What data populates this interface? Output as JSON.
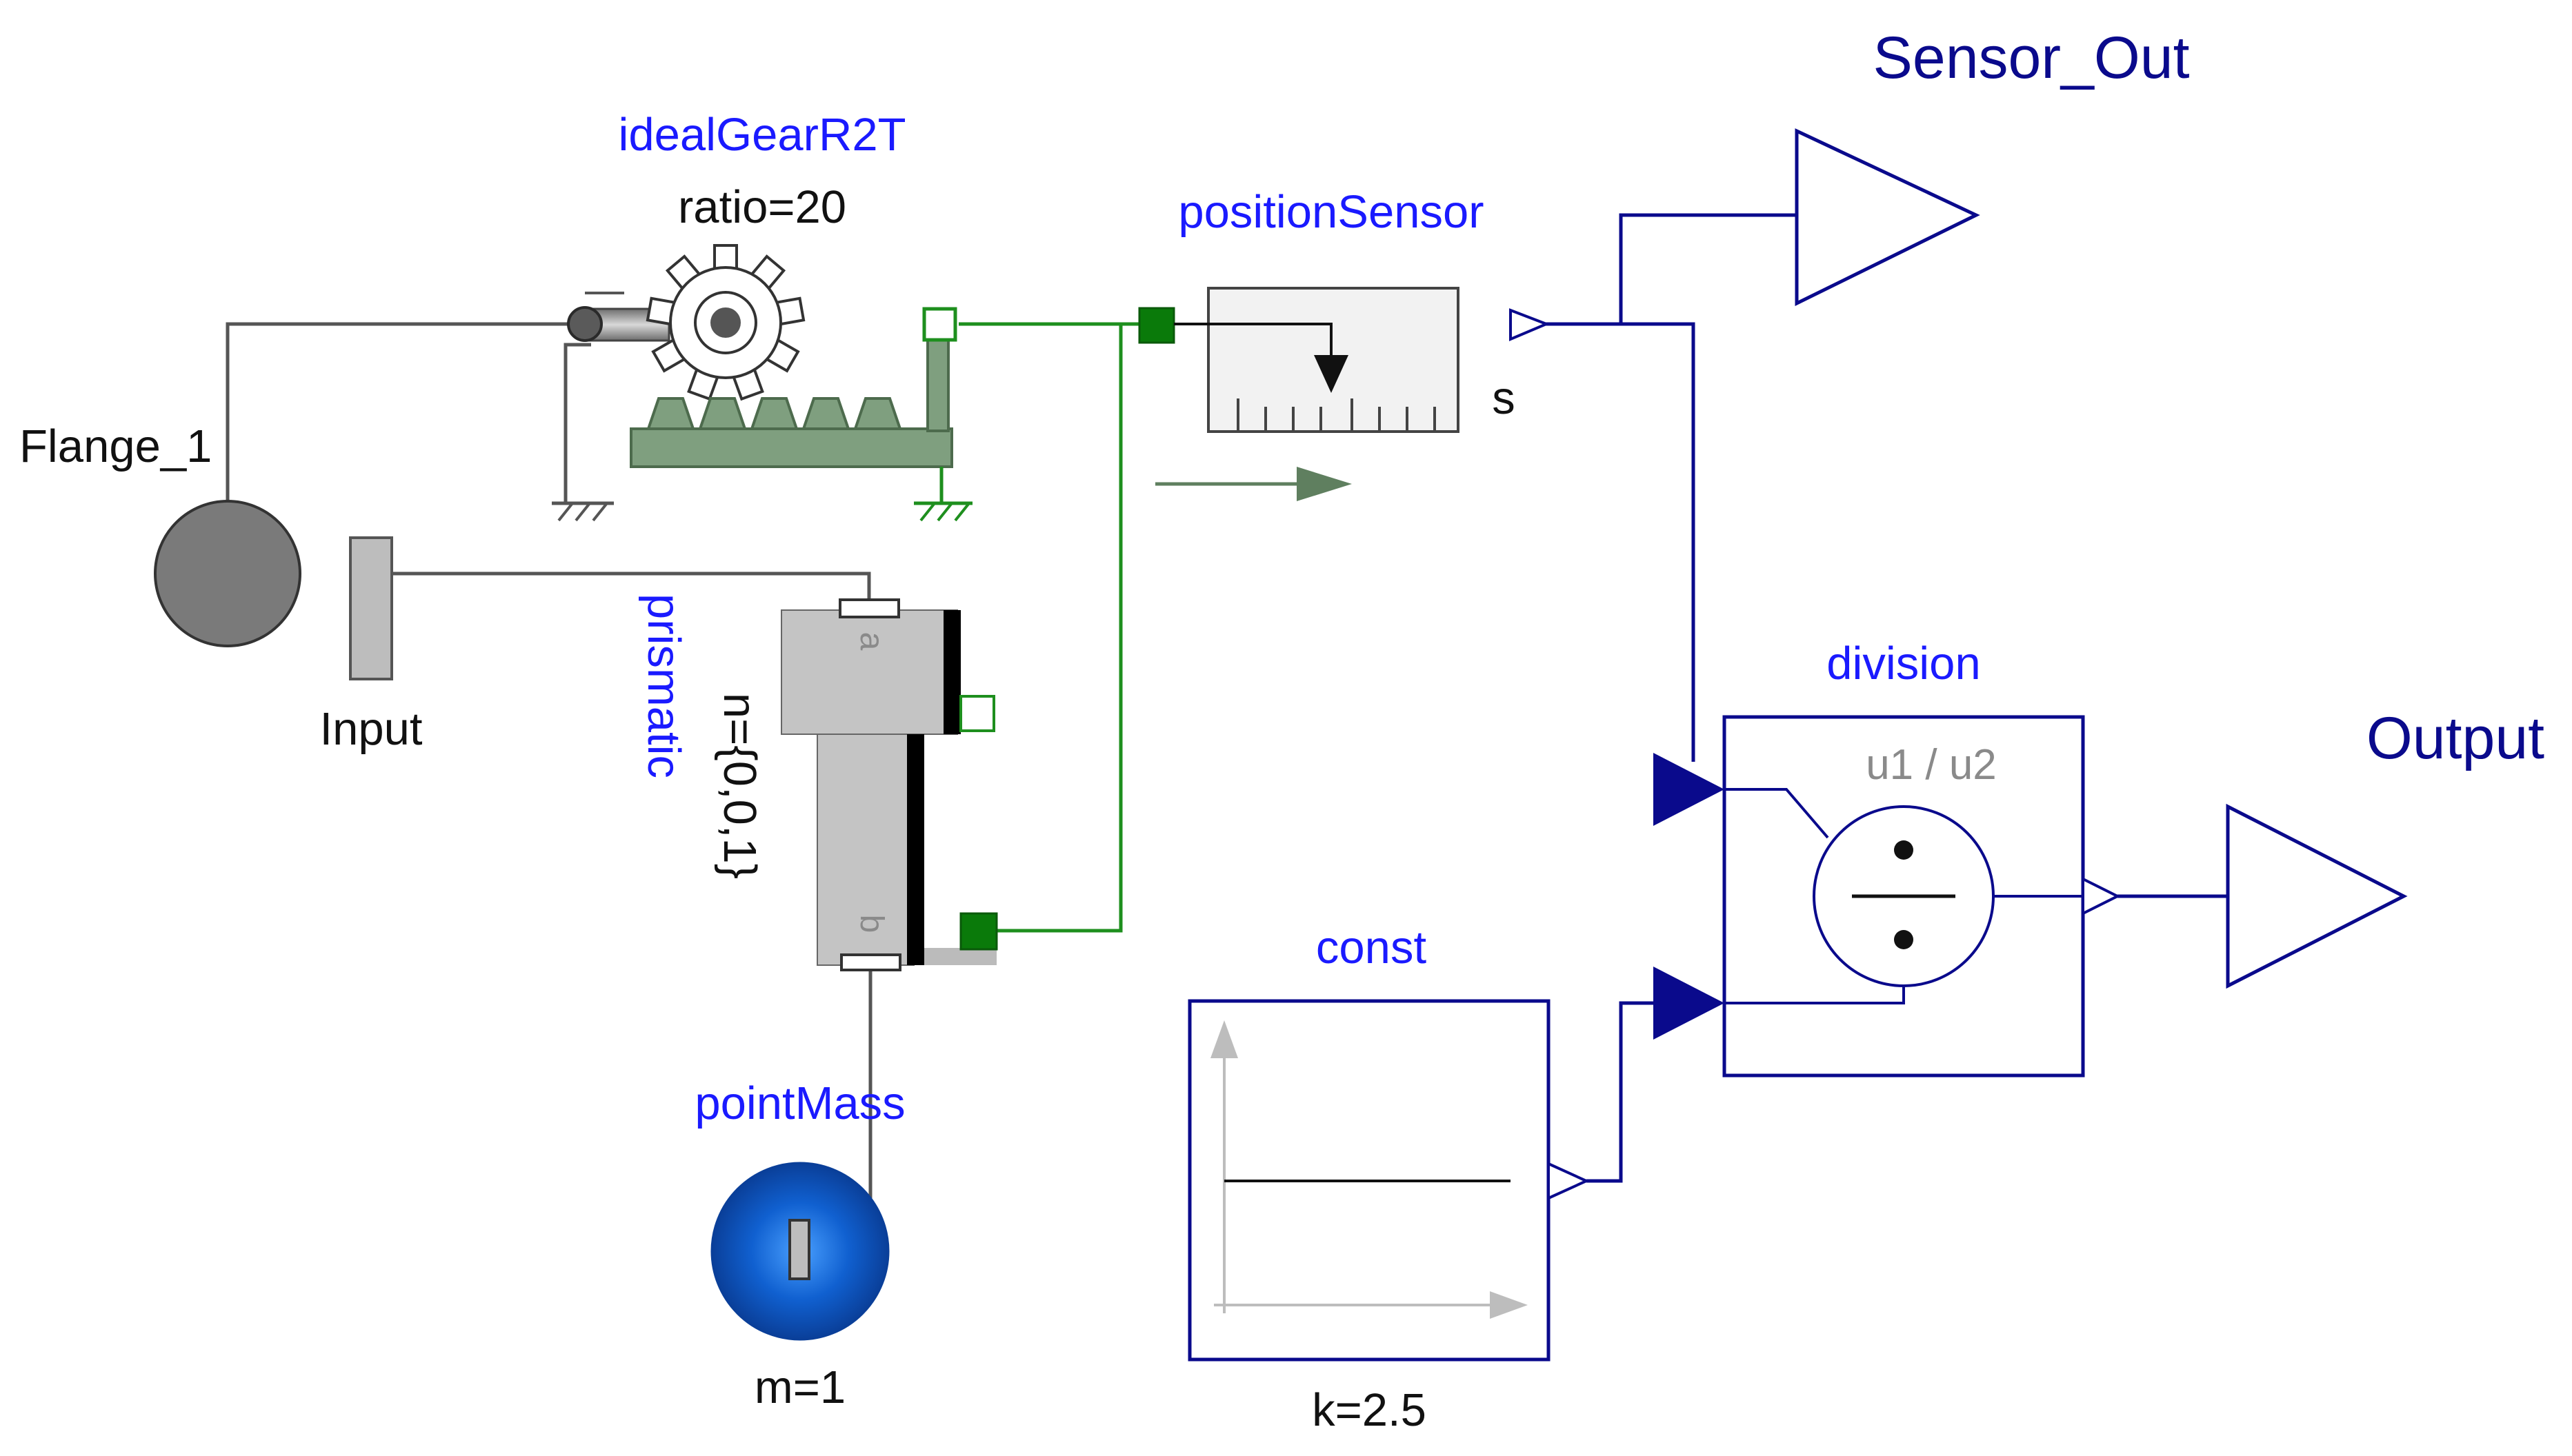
{
  "labels": {
    "sensor_out": "Sensor_Out",
    "ideal_gear": "idealGearR2T",
    "gear_ratio": "ratio=20",
    "position_sensor": "positionSensor",
    "sensor_unit": "s",
    "flange": "Flange_1",
    "input": "Input",
    "prismatic": "prismatic",
    "prismatic_n": "n={0,0,1}",
    "frame_a": "a",
    "frame_b": "b",
    "division": "division",
    "division_expr": "u1 / u2",
    "output": "Output",
    "const": "const",
    "const_k": "k=2.5",
    "point_mass": "pointMass",
    "mass_m": "m=1"
  },
  "colors": {
    "modelica_blue": "#1a1aff",
    "signal_navy": "#0a0a8c",
    "translational_green": "#008000",
    "gear_green": "#7f9f7f",
    "mechanical_gray": "#555555"
  }
}
